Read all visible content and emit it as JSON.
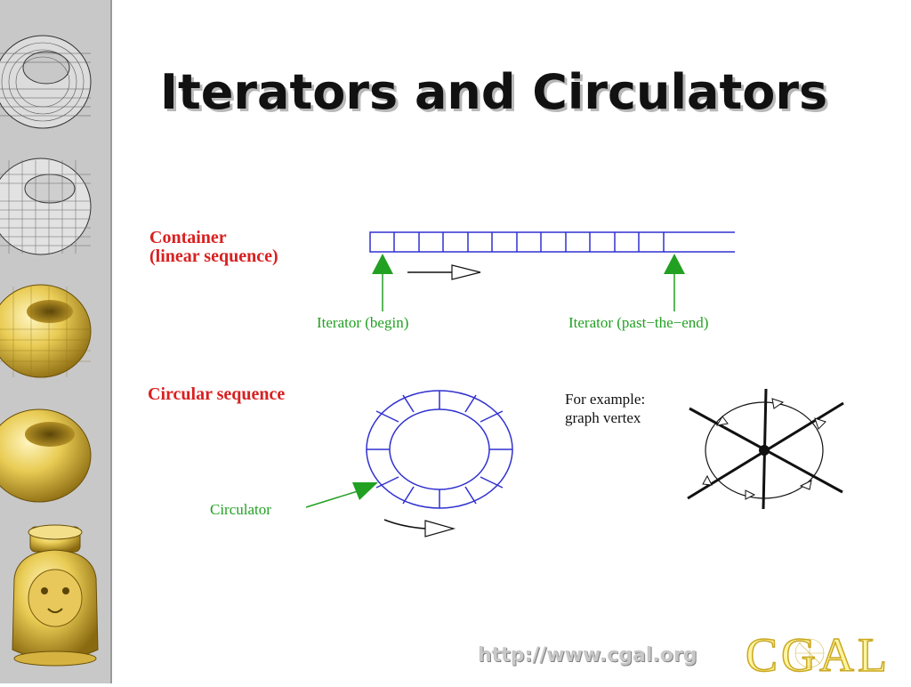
{
  "slide": {
    "title": "Iterators and Circulators",
    "url": "http://www.cgal.org",
    "logo_text": "CGAL"
  },
  "linear": {
    "label_line1": "Container",
    "label_line2": "(linear sequence)",
    "begin_label": "Iterator (begin)",
    "end_label": "Iterator (past−the−end)"
  },
  "circular": {
    "label": "Circular sequence",
    "circulator_label": "Circulator"
  },
  "example": {
    "line1": "For example:",
    "line2": "graph vertex"
  },
  "colors": {
    "red": "#d92020",
    "green": "#22a022",
    "blue": "#3030d0",
    "gold": "#e6c84a"
  },
  "icons": [
    "torus-wireframe-icon",
    "torus-wireframe-icon",
    "torus-gold-mesh-icon",
    "torus-gold-icon",
    "lion-sculpture-icon"
  ]
}
